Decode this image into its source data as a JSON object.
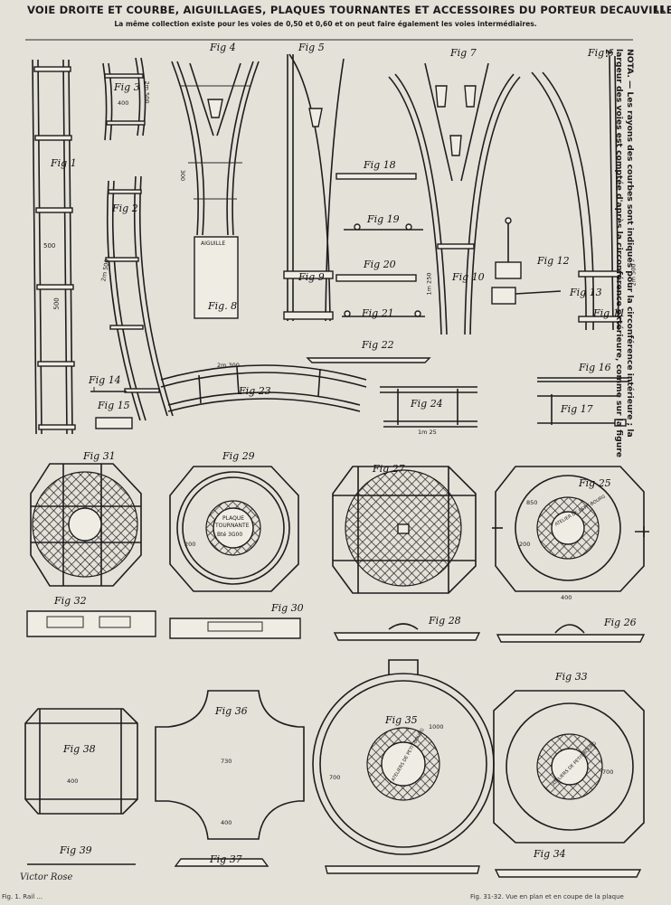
{
  "header": {
    "title": "VOIE DROITE ET COURBE, AIGUILLAGES, PLAQUES TOURNANTES ET ACCESSOIRES DU PORTEUR DECAUVILLE.",
    "subtitle": "La même collection existe pour les voies de 0,50 et 0,60 et on peut faire également les voies intermédiaires.",
    "page_number": "11"
  },
  "side_note": "NOTA. — Les rayons des courbes sont indiqués pour la circonférence intérieure ; la largeur des voies est comptée d'après la circonférence extérieure, comme sur la figure 2.",
  "figures": {
    "f1": "Fig 1",
    "f2": "Fig 2",
    "f3": "Fig 3",
    "f4": "Fig 4",
    "f5": "Fig 5",
    "f6": "Fig 6",
    "f7": "Fig 7",
    "f8": "Fig. 8",
    "f9": "Fig 9",
    "f10": "Fig 10",
    "f11": "Fig 11",
    "f12": "Fig 12",
    "f13": "Fig 13",
    "f14": "Fig 14",
    "f15": "Fig 15",
    "f16": "Fig 16",
    "f17": "Fig 17",
    "f18": "Fig 18",
    "f19": "Fig 19",
    "f20": "Fig 20",
    "f21": "Fig 21",
    "f22": "Fig 22",
    "f23": "Fig 23",
    "f24": "Fig 24",
    "f25": "Fig 25",
    "f26": "Fig 26",
    "f27": "Fig 27",
    "f28": "Fig 28",
    "f29": "Fig 29",
    "f30": "Fig 30",
    "f31": "Fig 31",
    "f32": "Fig 32",
    "f33": "Fig 33",
    "f34": "Fig 34",
    "f35": "Fig 35",
    "f36": "Fig 36",
    "f37": "Fig 37",
    "f38": "Fig 38",
    "f39": "Fig 39"
  },
  "dimensions": {
    "d500a": "500",
    "d500b": "500",
    "d400a": "400",
    "d2500a": "2m 500",
    "d300": "300",
    "d2500b": "2m 500",
    "d2300": "2m 300",
    "d125": "1m 25",
    "d400b": "400",
    "d400c": "400",
    "d400d": "400",
    "d730": "730",
    "d700a": "700",
    "d700b": "700",
    "d1000": "1000",
    "d850": "850",
    "d200a": "200",
    "d200b": "200",
    "d2500c": "2m 500",
    "d1250": "1m 250"
  },
  "stamps": {
    "aiguille": "AIGUILLE",
    "plaque_line1": "PLAQUE",
    "plaque_line2": "TOURNANTE",
    "plaque_line3": "Bté 3G00",
    "atelier25": "ATELIER DE PETIT-BOURG",
    "atelier35": "ATELIERS DE PETIT-BOURG",
    "atelier33": "ATELIERS DE PETIT-BOURG"
  },
  "signature": "Victor Rose",
  "footer": {
    "left": "Fig. 1. Rail ...",
    "right": "Fig. 31-32. Vue en plan et en coupe de la plaque"
  }
}
